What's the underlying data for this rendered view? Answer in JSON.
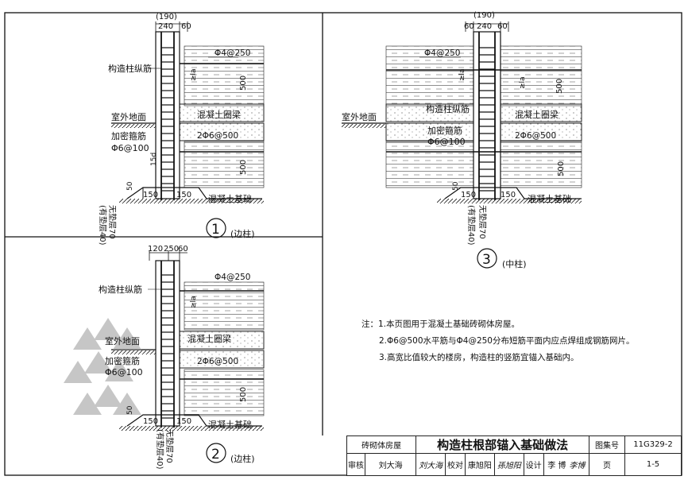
{
  "colors": {
    "ink": "#111111",
    "paper": "#ffffff",
    "hatch": "#333333"
  },
  "detail1": {
    "dims_top": {
      "total": "(190)",
      "a": "240",
      "b": "60"
    },
    "rebar_top": "Φ4@250",
    "anchor": "≥la",
    "beam_depth": "500",
    "col_rebar": "构造柱纵筋",
    "beam": "混凝土圈梁",
    "ground": "室外地面",
    "stirrup1": "加密箍筋",
    "stirrup2": "Φ6@100",
    "mid_rebar": "2Φ6@500",
    "lap": "15d",
    "beam_depth2": "500",
    "d50": "50",
    "d150a": "150",
    "d150b": "150",
    "found": "混凝土基础",
    "cushion1": "(有垫层40)",
    "cushion2": "无垫层70",
    "num": "1",
    "caption": "(边柱)"
  },
  "detail2": {
    "dims_top": {
      "a": "120",
      "b": "250",
      "c": "60"
    },
    "rebar_top": "Φ4@250",
    "anchor": "≥la",
    "col_rebar": "构造柱纵筋",
    "beam": "混凝土圈梁",
    "ground": "室外地面",
    "stirrup1": "加密箍筋",
    "stirrup2": "Φ6@100",
    "mid_rebar": "2Φ6@500",
    "beam_depth": "500",
    "d50": "50",
    "d150a": "150",
    "d150b": "150",
    "found": "混凝土基础",
    "cushion1": "(有垫层40)",
    "cushion2": "无垫层70",
    "num": "2",
    "caption": "(边柱)"
  },
  "detail3": {
    "dims_top": {
      "total": "(190)",
      "a": "60",
      "b": "240",
      "c": "60"
    },
    "rebar_top": "Φ4@250",
    "anchor_l": "≥la",
    "anchor_r": "≥la",
    "beam_depth": "500",
    "col_rebar": "构造柱纵筋",
    "beam": "混凝土圈梁",
    "ground": "室外地面",
    "stirrup1": "加密箍筋",
    "stirrup2": "Φ6@100",
    "mid_rebar": "2Φ6@500",
    "beam_depth2": "500",
    "d50": "50",
    "d150a": "150",
    "d150b": "150",
    "found": "混凝土基础",
    "cushion1": "(有垫层40)",
    "cushion2": "无垫层70",
    "num": "3",
    "caption": "(中柱)"
  },
  "notes": [
    "注：1.本页图用于混凝土基础砖砌体房屋。",
    "2.Φ6@500水平筋与Φ4@250分布短筋平面内应点焊组成钢筋网片。",
    "3.高宽比值较大的楼房，构造柱的竖筋宜锚入基础内。"
  ],
  "titleblock": {
    "category": "砖砌体房屋",
    "title": "构造柱根部锚入基础做法",
    "atlas_label": "图集号",
    "atlas_no": "11G329-2",
    "review_label": "审核",
    "reviewer": "刘大海",
    "reviewer_sig": "刘大海",
    "check_label": "校对",
    "checker": "康旭阳",
    "checker_sig": "孫旭阳",
    "design_label": "设计",
    "designer": "李 博",
    "designer_sig": "李博",
    "page_label": "页",
    "page_no": "1-5"
  }
}
